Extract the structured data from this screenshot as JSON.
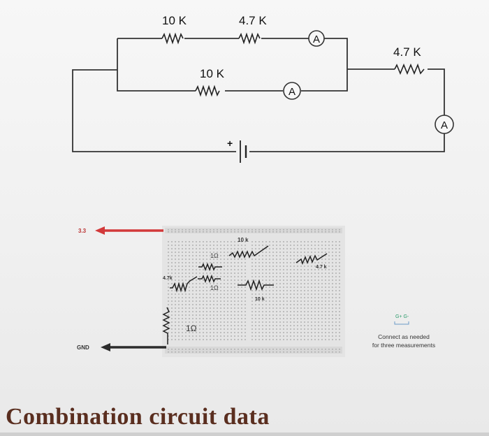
{
  "schematic": {
    "top_left_resistor": "10 K",
    "top_mid_resistor": "4.7 K",
    "inner_resistor": "10 K",
    "right_resistor": "4.7 K",
    "ammeter_symbol": "A",
    "battery_plus": "+"
  },
  "breadboard": {
    "supply_label": "3.3",
    "ground_label": "GND",
    "resistor_labels": {
      "r10k_top": "10 k",
      "r1_ohm_a": "1Ω",
      "r1_ohm_b": "1Ω",
      "r47k_left": "4.7k",
      "r10k_mid": "10 k",
      "r47k_right": "4.7 k",
      "r1_ohm_bottom": "1Ω"
    },
    "meter_terminals": "G+ G-",
    "note_line1": "Connect as needed",
    "note_line2": "for three measurements"
  },
  "footer": {
    "title": "Combination circuit data"
  },
  "colors": {
    "supply_arrow": "#d2393a",
    "ground_arrow": "#2c2c2c",
    "title": "#5a2e1f",
    "g_plus": "#2a9a6a"
  }
}
